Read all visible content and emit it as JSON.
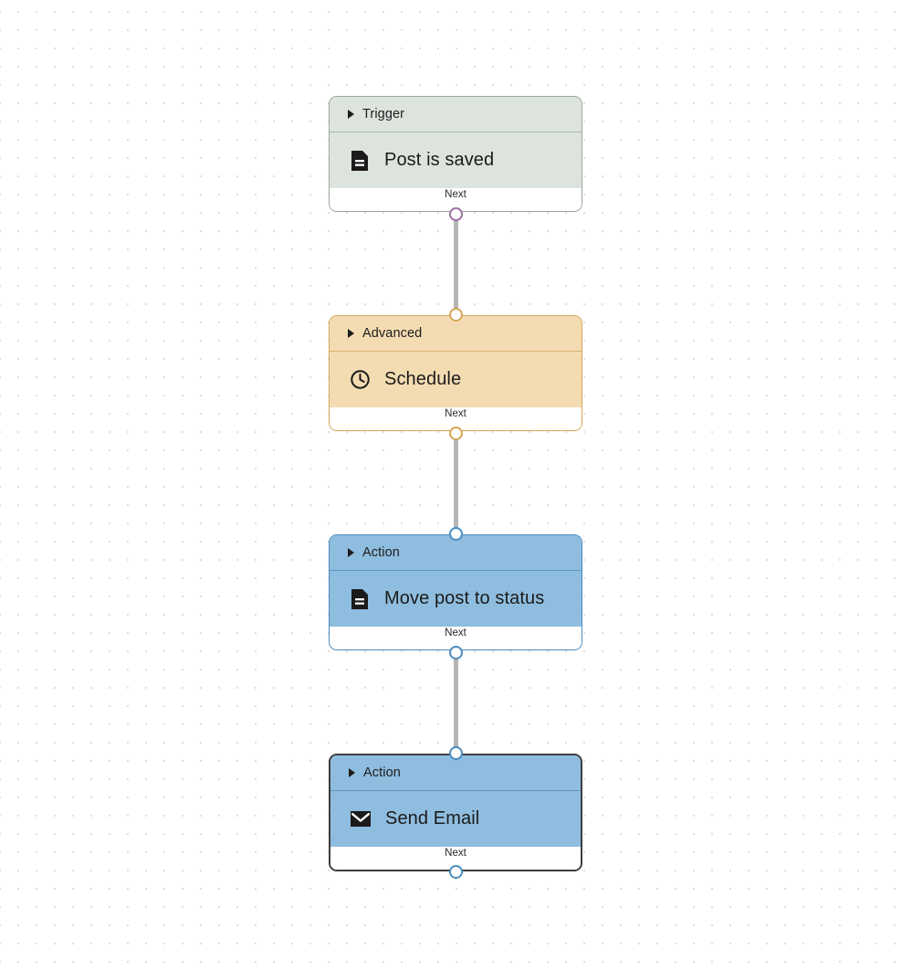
{
  "canvas": {
    "background": "#ffffff",
    "grid_dot_color": "#dedada",
    "grid_spacing": 20,
    "edge_color": "#b5b5b5"
  },
  "nodes": [
    {
      "id": "node-trigger",
      "kind": "trigger",
      "header_label": "Trigger",
      "icon": "document-icon",
      "title": "Post is saved",
      "footer_label": "Next",
      "fill": "#dde4de",
      "border": "#9aa79d",
      "port_color": "#9b6fa0"
    },
    {
      "id": "node-advanced",
      "kind": "advanced",
      "header_label": "Advanced",
      "icon": "clock-icon",
      "title": "Schedule",
      "footer_label": "Next",
      "fill": "#f3dcb2",
      "border": "#d4a657",
      "port_color": "#d4a657"
    },
    {
      "id": "node-action-move",
      "kind": "action",
      "header_label": "Action",
      "icon": "document-icon",
      "title": "Move post to status",
      "footer_label": "Next",
      "fill": "#8fbddf",
      "border": "#4b8cbf",
      "port_color": "#4b8cbf"
    },
    {
      "id": "node-action-email",
      "kind": "action",
      "header_label": "Action",
      "icon": "envelope-icon",
      "title": "Send Email",
      "footer_label": "Next",
      "fill": "#8fbddf",
      "border": "#3e3e3e",
      "port_color": "#4b8cbf",
      "selected": true
    }
  ]
}
